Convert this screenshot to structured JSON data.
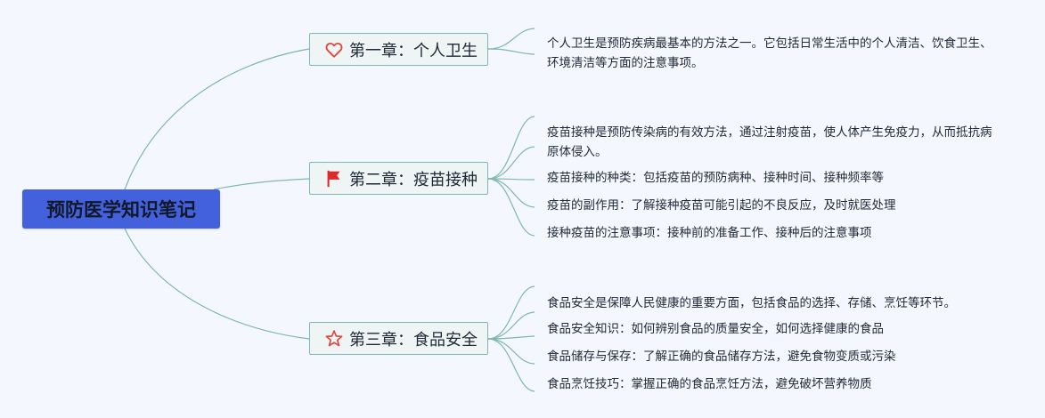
{
  "root": {
    "title": "预防医学知识笔记"
  },
  "colors": {
    "root_fill": "#4361dc",
    "chapter_border": "#7fb7b1",
    "connector": "#7fb7b1",
    "heart_icon": "#e0463f",
    "flag_icon": "#e0272a",
    "star_icon": "#e0463f",
    "background": "#f4f7fd"
  },
  "chapters": [
    {
      "title": "第一章：个人卫生",
      "icon": "heart-icon",
      "notes": [
        "个人卫生是预防疾病最基本的方法之一。它包括日常生活中的个人清洁、饮食卫生、环境清洁等方面的注意事项。"
      ]
    },
    {
      "title": "第二章：疫苗接种",
      "icon": "flag-icon",
      "notes": [
        "疫苗接种是预防传染病的有效方法，通过注射疫苗，使人体产生免疫力，从而抵抗病原体侵入。",
        "疫苗接种的种类：包括疫苗的预防病种、接种时间、接种频率等",
        "疫苗的副作用：了解接种疫苗可能引起的不良反应，及时就医处理",
        "接种疫苗的注意事项：接种前的准备工作、接种后的注意事项"
      ]
    },
    {
      "title": "第三章：食品安全",
      "icon": "star-icon",
      "notes": [
        "食品安全是保障人民健康的重要方面，包括食品的选择、存储、烹饪等环节。",
        "食品安全知识：如何辨别食品的质量安全，如何选择健康的食品",
        "食品储存与保存：了解正确的食品储存方法，避免食物变质或污染",
        "食品烹饪技巧：掌握正确的食品烹饪方法，避免破坏营养物质"
      ]
    }
  ]
}
